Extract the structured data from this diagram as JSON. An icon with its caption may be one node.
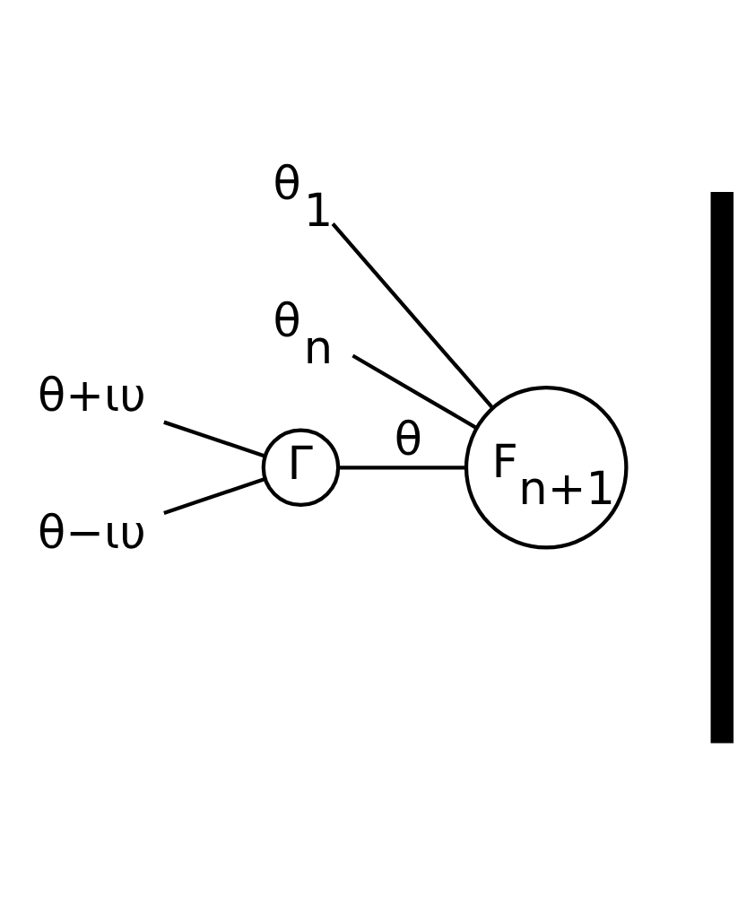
{
  "diagram": {
    "nodes": [
      {
        "text": [
          "Γ"
        ]
      },
      {
        "text": [
          "F$_{n+1}$"
        ]
      },
      {
        "text": [
          "θ+ιυ"
        ]
      },
      {
        "text": [
          "θ−ιυ"
        ]
      },
      {
        "text": [
          "θ$_{1}$"
        ]
      },
      {
        "text": [
          "θ$_{n}$"
        ]
      },
      {
        "text": [],
        "shape": "bar"
      }
    ],
    "edges": [
      {
        "from": 2,
        "to": 0,
        "arrow": "none"
      },
      {
        "from": 3,
        "to": 0,
        "arrow": "none"
      },
      {
        "from": 0,
        "to": 1,
        "arrow": "none",
        "label": "θ"
      },
      {
        "from": 1,
        "to": 4,
        "arrow": "none"
      },
      {
        "from": 1,
        "to": 5,
        "arrow": "none"
      }
    ]
  }
}
